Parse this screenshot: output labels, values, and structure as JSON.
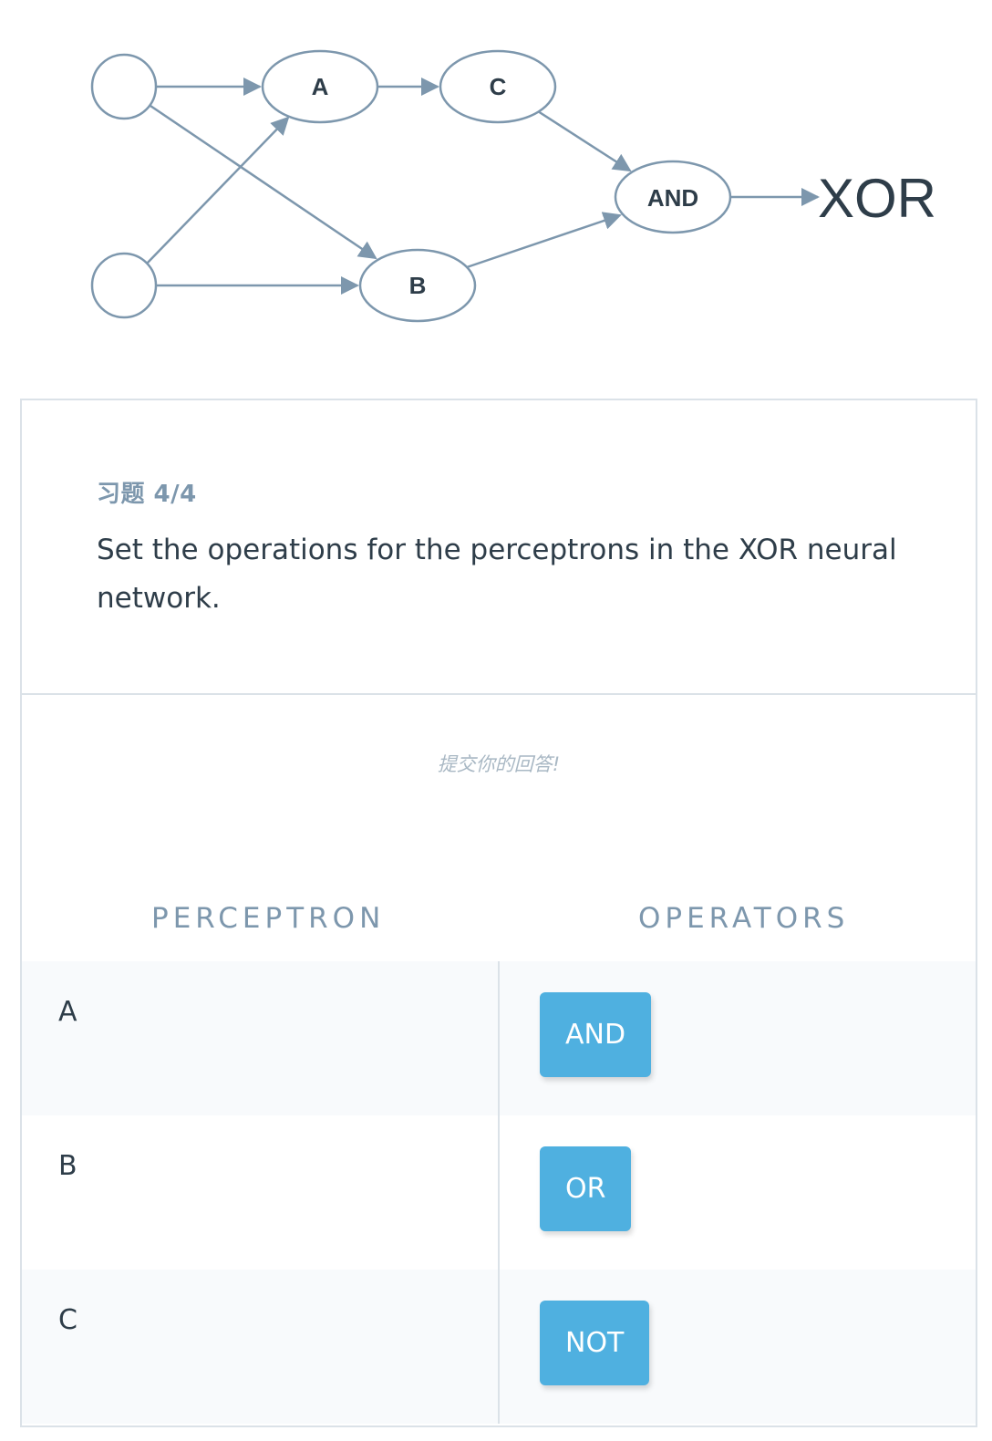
{
  "diagram": {
    "nodes": {
      "a": "A",
      "b": "B",
      "c": "C",
      "and": "AND"
    },
    "output": "XOR"
  },
  "quiz": {
    "label": "习题 4/4",
    "question": "Set the operations for the perceptrons in the XOR neural network.",
    "submit_hint": "提交你的回答!"
  },
  "table": {
    "headers": {
      "perceptron": "PERCEPTRON",
      "operators": "OPERATORS"
    },
    "rows": [
      {
        "perceptron": "A",
        "operator": "AND"
      },
      {
        "perceptron": "B",
        "operator": "OR"
      },
      {
        "perceptron": "C",
        "operator": "NOT"
      }
    ]
  },
  "colors": {
    "accent": "#4fb0e0",
    "text": "#2e3d49",
    "muted": "#7d97ad",
    "edge": "#7d97ad"
  }
}
